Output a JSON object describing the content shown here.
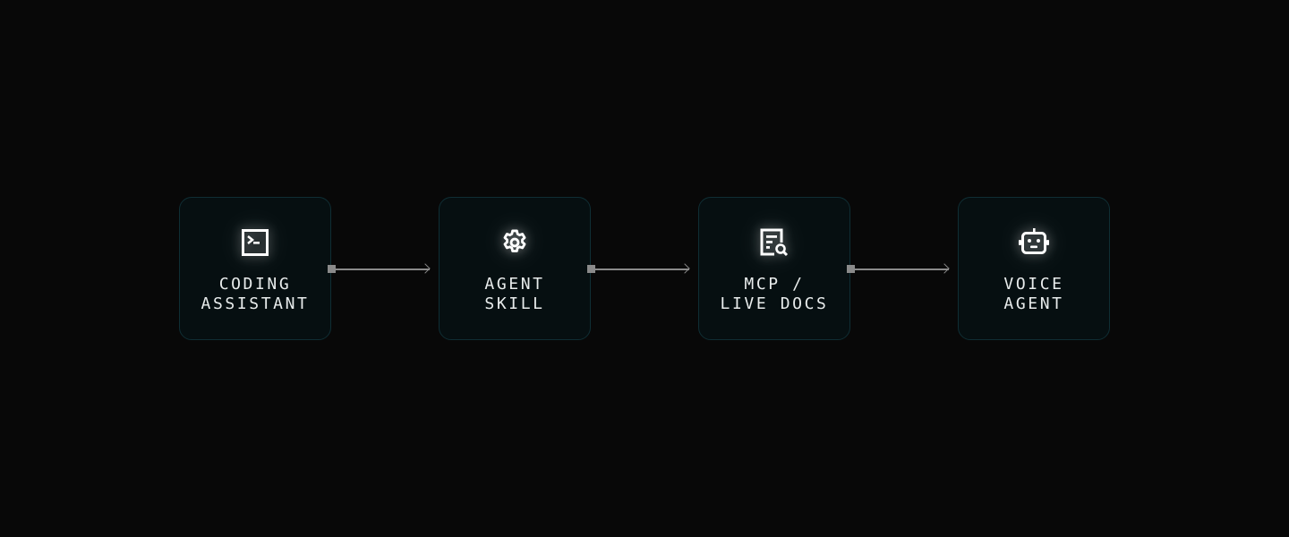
{
  "diagram": {
    "title": "",
    "nodes": [
      {
        "id": "coding-assistant",
        "label": "CODING\nASSISTANT",
        "icon": "terminal-icon"
      },
      {
        "id": "agent-skill",
        "label": "AGENT\nSKILL",
        "icon": "gear-icon"
      },
      {
        "id": "mcp-live-docs",
        "label": "MCP /\nLIVE DOCS",
        "icon": "document-search-icon"
      },
      {
        "id": "voice-agent",
        "label": "VOICE\nAGENT",
        "icon": "robot-icon"
      }
    ],
    "edges": [
      {
        "from": "coding-assistant",
        "to": "agent-skill"
      },
      {
        "from": "agent-skill",
        "to": "mcp-live-docs"
      },
      {
        "from": "mcp-live-docs",
        "to": "voice-agent"
      }
    ],
    "colors": {
      "background": "#080808",
      "node_fill": "#060f11",
      "node_border": "#0f2e34",
      "connector": "#8a8a8a",
      "text": "#e8ecec"
    }
  }
}
